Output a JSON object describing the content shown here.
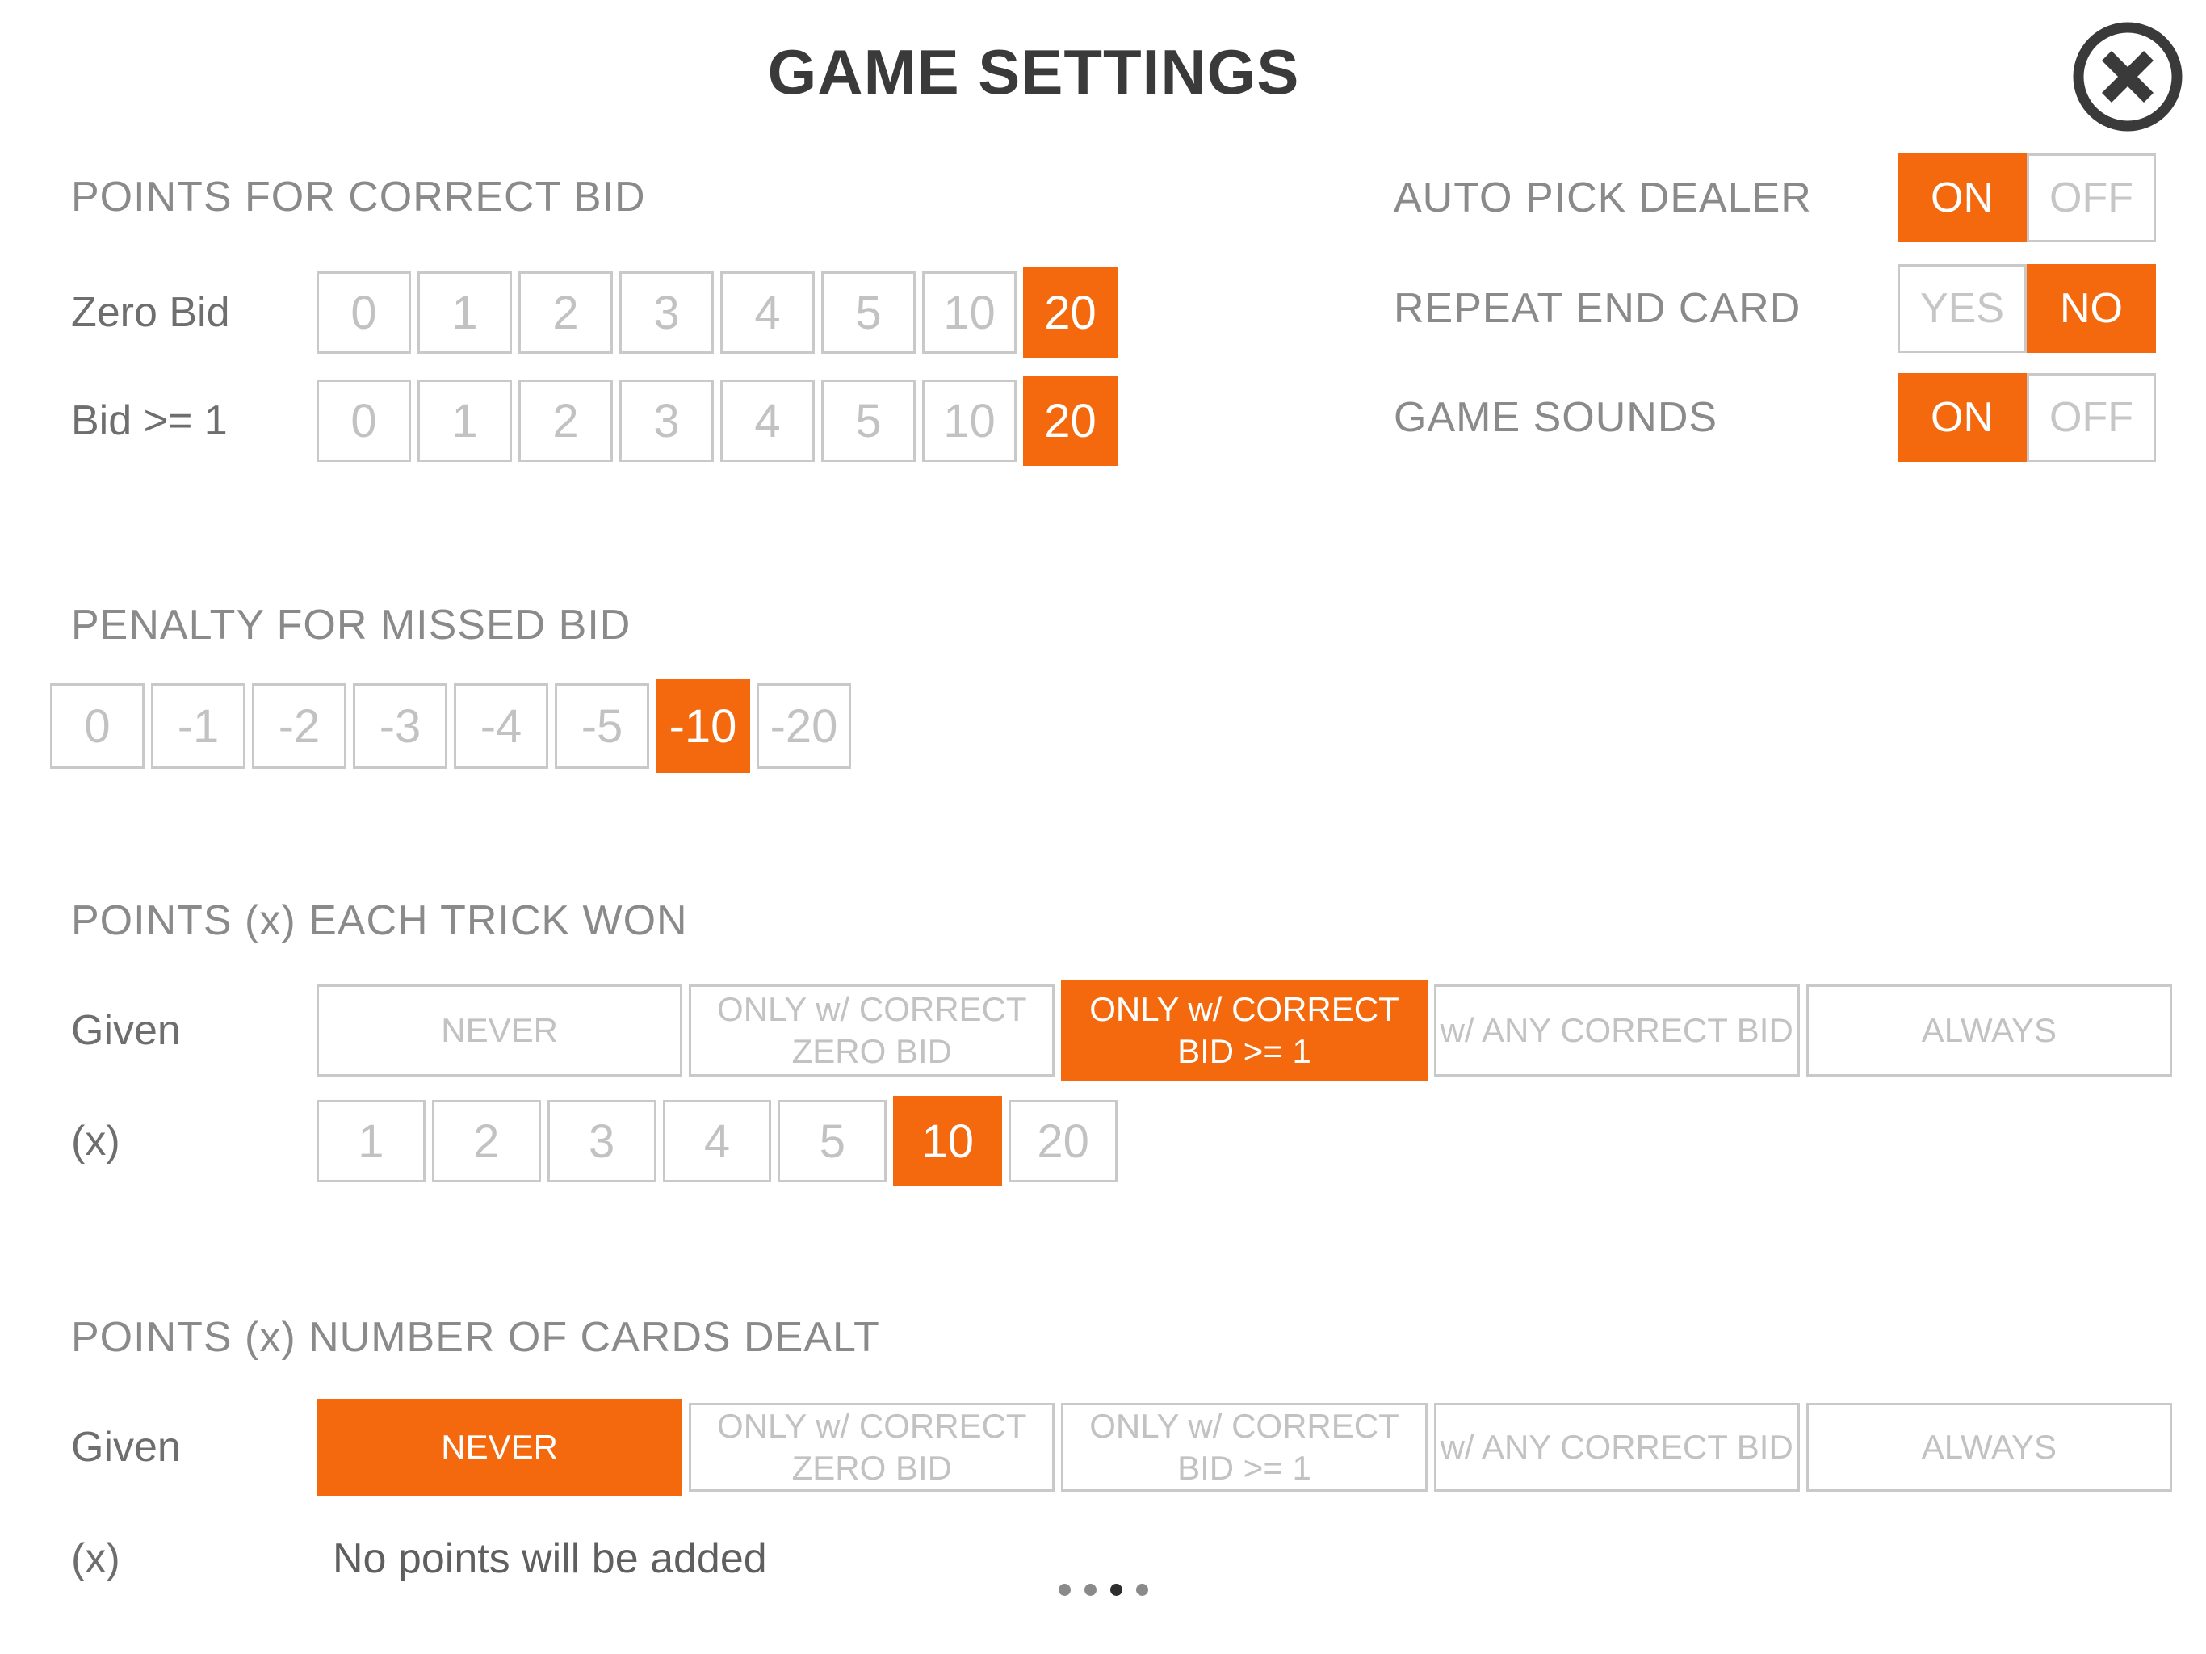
{
  "header": {
    "title": "GAME SETTINGS"
  },
  "colors": {
    "accent": "#f4690e",
    "title_text": "#3a3a3a",
    "heading_text": "#8a8a8a",
    "row_label_text": "#6e6e6e",
    "unselected_cell_text": "#c2c2c2",
    "cell_border": "#c9c9c9",
    "selected_cell_text": "#ffffff",
    "dot_inactive": "#8a8a8a",
    "dot_active": "#2e2e2e"
  },
  "sections": {
    "correct_bid": {
      "heading": "POINTS FOR CORRECT BID",
      "zero_bid": {
        "label": "Zero Bid",
        "options": [
          "0",
          "1",
          "2",
          "3",
          "4",
          "5",
          "10",
          "20"
        ],
        "selected": "20",
        "selected_index": 7
      },
      "bid_ge_1": {
        "label": "Bid >= 1",
        "options": [
          "0",
          "1",
          "2",
          "3",
          "4",
          "5",
          "10",
          "20"
        ],
        "selected": "20",
        "selected_index": 7
      }
    },
    "penalty": {
      "heading": "PENALTY FOR MISSED BID",
      "options": [
        "0",
        "-1",
        "-2",
        "-3",
        "-4",
        "-5",
        "-10",
        "-20"
      ],
      "selected": "-10",
      "selected_index": 6
    },
    "trick_won": {
      "heading": "POINTS (x) EACH TRICK WON",
      "given": {
        "label": "Given",
        "options": [
          "NEVER",
          "ONLY w/ CORRECT\nZERO BID",
          "ONLY w/ CORRECT\nBID >= 1",
          "w/ ANY CORRECT BID",
          "ALWAYS"
        ],
        "selected": "ONLY w/ CORRECT BID >= 1",
        "selected_index": 2
      },
      "multiplier": {
        "label": "(x)",
        "options": [
          "1",
          "2",
          "3",
          "4",
          "5",
          "10",
          "20"
        ],
        "selected": "10",
        "selected_index": 5
      }
    },
    "cards_dealt": {
      "heading": "POINTS (x) NUMBER OF CARDS DEALT",
      "given": {
        "label": "Given",
        "options": [
          "NEVER",
          "ONLY w/ CORRECT\nZERO BID",
          "ONLY w/ CORRECT\nBID >= 1",
          "w/ ANY CORRECT BID",
          "ALWAYS"
        ],
        "selected": "NEVER",
        "selected_index": 0
      },
      "multiplier": {
        "label": "(x)",
        "note": "No points will be added"
      }
    }
  },
  "toggles": [
    {
      "label": "AUTO PICK DEALER",
      "options": [
        "ON",
        "OFF"
      ],
      "selected": "ON",
      "selected_index": 0
    },
    {
      "label": "REPEAT END CARD",
      "options": [
        "YES",
        "NO"
      ],
      "selected": "NO",
      "selected_index": 1
    },
    {
      "label": "GAME SOUNDS",
      "options": [
        "ON",
        "OFF"
      ],
      "selected": "ON",
      "selected_index": 0
    }
  ],
  "pagination": {
    "dot_count": 4,
    "active_index": 2
  }
}
